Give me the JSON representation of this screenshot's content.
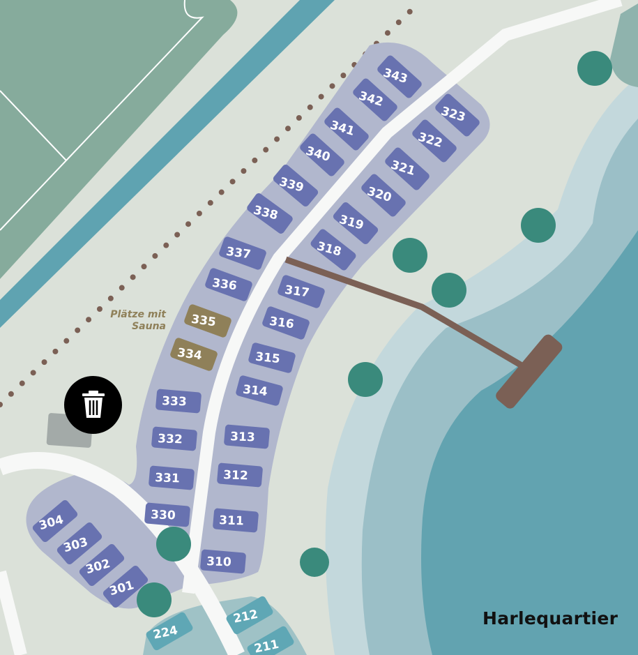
{
  "map": {
    "area_name": "Harlequartier",
    "legend_label": "Plätze mit Sauna",
    "trash_icon": "trash-can-icon",
    "colors": {
      "plot": "#6872b0",
      "sauna_plot": "#8f8059",
      "plot_area": "#b1b7cd",
      "teal_plot": "#5fa7b5",
      "teal_area": "#9fc2c6",
      "tree": "#3a8a7c",
      "lake_deep": "#62a3b0",
      "pier": "#7b6055"
    },
    "plots": [
      "343",
      "342",
      "341",
      "340",
      "339",
      "338",
      "337",
      "336",
      "335",
      "334",
      "333",
      "332",
      "331",
      "330",
      "323",
      "322",
      "321",
      "320",
      "319",
      "318",
      "317",
      "316",
      "315",
      "314",
      "313",
      "312",
      "311",
      "310",
      "304",
      "303",
      "302",
      "301"
    ],
    "sauna_plots": [
      "335",
      "334"
    ],
    "other_plots": [
      "224",
      "212",
      "211"
    ]
  }
}
